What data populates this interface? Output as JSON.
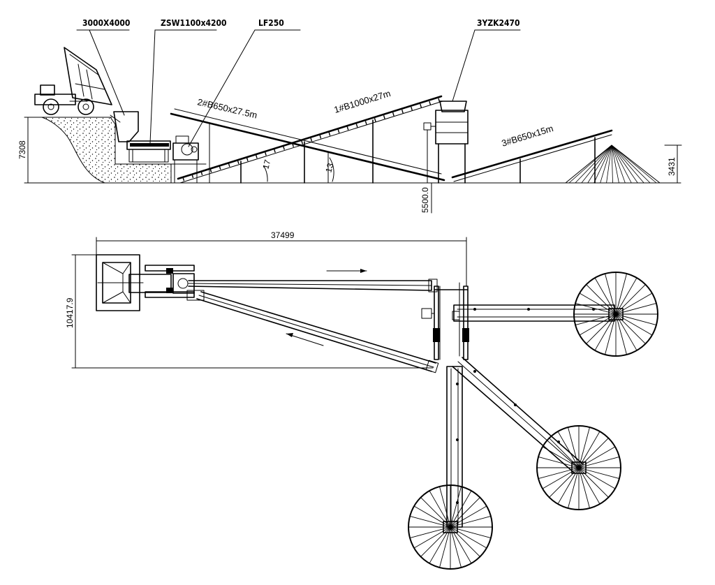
{
  "labels": {
    "hopper": "3000X4000",
    "feeder": "ZSW1100x4200",
    "crusher": "LF250",
    "screen": "3YZK2470",
    "conveyor1": "1#B1000x27m",
    "conveyor2": "2#B650x27.5m",
    "conveyor3": "3#B650x15m",
    "angle1": "17",
    "angle2": "13"
  },
  "dimensions": {
    "height_left": "7308",
    "height_right": "3431",
    "screen_height": "5500.0",
    "plan_length": "37499",
    "plan_width": "10417.9"
  },
  "colors": {
    "ink": "#000000",
    "background": "#ffffff"
  },
  "icons": [
    "wheel-loader-icon",
    "flow-arrow-icon"
  ]
}
